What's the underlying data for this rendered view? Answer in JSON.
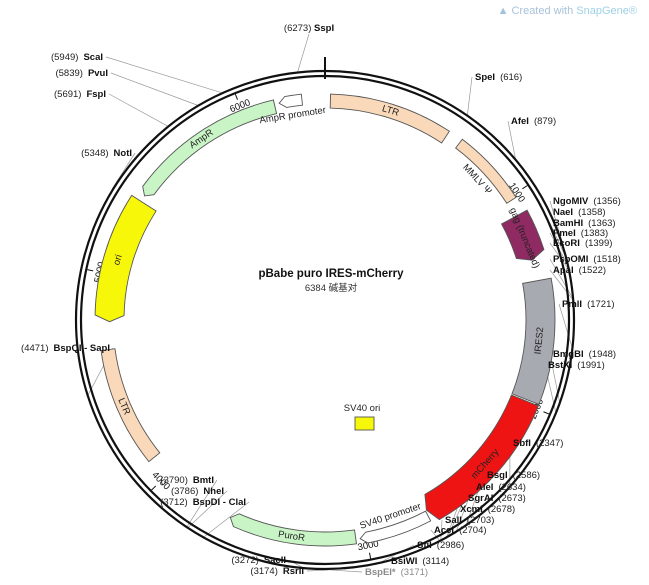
{
  "watermark": {
    "prefix": "Created with ",
    "brand": "SnapGene®",
    "logo_icon": "snapgene-logo-icon"
  },
  "plasmid": {
    "name": "pBabe puro IRES-mCherry",
    "size_bp": 6384,
    "size_text": "6384 碱基对"
  },
  "ticks": [
    {
      "bp": 1000,
      "label": "1000"
    },
    {
      "bp": 2000,
      "label": "2000"
    },
    {
      "bp": 3000,
      "label": "3000"
    },
    {
      "bp": 4000,
      "label": "4000"
    },
    {
      "bp": 5000,
      "label": "5000"
    },
    {
      "bp": 6000,
      "label": "6000"
    }
  ],
  "features": [
    {
      "name": "LTR",
      "start": 25,
      "end": 592,
      "direction": "none",
      "color": "#f9d9b9",
      "text_color": "#333333"
    },
    {
      "name": "MMLV Ψ",
      "start": 660,
      "end": 1016,
      "direction": "none",
      "color": "#f9d9b9",
      "text_color": "#333333"
    },
    {
      "name": "gag (truncated)",
      "start": 1090,
      "end": 1310,
      "direction": "forward",
      "color": "#8f2a62",
      "text_color": "#ffffff"
    },
    {
      "name": "IRES2",
      "start": 1410,
      "end": 1978,
      "direction": "none",
      "color": "#a7abb1",
      "text_color": "#333333"
    },
    {
      "name": "mCherry",
      "start": 1985,
      "end": 2694,
      "direction": "forward",
      "color": "#ef1414",
      "text_color": "#ffffff"
    },
    {
      "name": "SV40 promoter",
      "start": 2700,
      "end": 3030,
      "direction": "forward",
      "color": "#ffffff",
      "text_color": "#333333"
    },
    {
      "name": "SV40 ori",
      "start": 2888,
      "end": 3023,
      "direction": "none",
      "color": "#f7f709",
      "text_color": "#333333"
    },
    {
      "name": "PuroR",
      "start": 3050,
      "end": 3646,
      "direction": "forward",
      "color": "#c9f5c6",
      "text_color": "#333333"
    },
    {
      "name": "LTR",
      "start": 4100,
      "end": 4650,
      "direction": "none",
      "color": "#f9d9b9",
      "text_color": "#333333"
    },
    {
      "name": "ori",
      "start": 4780,
      "end": 5370,
      "direction": "reverse",
      "color": "#f7f70a",
      "text_color": "#333333"
    },
    {
      "name": "AmpR",
      "start": 5400,
      "end": 6150,
      "direction": "reverse",
      "color": "#c9f5c6",
      "text_color": "#333333"
    },
    {
      "name": "AmpR promoter",
      "start": 6172,
      "end": 6278,
      "direction": "reverse",
      "color": "#ffffff",
      "text_color": "#333333"
    }
  ],
  "sites": [
    {
      "name": "SspI",
      "pos": "(6273)",
      "side": "top"
    },
    {
      "name": "SpeI",
      "pos": "(616)",
      "side": "right"
    },
    {
      "name": "AfeI",
      "pos": "(879)",
      "side": "right"
    },
    {
      "name": "NgoMIV",
      "pos": "(1356)",
      "side": "right"
    },
    {
      "name": "NaeI",
      "pos": "(1358)",
      "side": "right"
    },
    {
      "name": "BamHI",
      "pos": "(1363)",
      "side": "right"
    },
    {
      "name": "PmeI",
      "pos": "(1383)",
      "side": "right"
    },
    {
      "name": "EcoRI",
      "pos": "(1399)",
      "side": "right"
    },
    {
      "name": "PspOMI",
      "pos": "(1518)",
      "side": "right"
    },
    {
      "name": "ApaI",
      "pos": "(1522)",
      "side": "right"
    },
    {
      "name": "PmlI",
      "pos": "(1721)",
      "side": "right"
    },
    {
      "name": "BmgBI",
      "pos": "(1948)",
      "side": "right"
    },
    {
      "name": "BstXI",
      "pos": "(1991)",
      "side": "right"
    },
    {
      "name": "SbfI",
      "pos": "(2347)",
      "side": "right"
    },
    {
      "name": "BsgI",
      "pos": "(2586)",
      "side": "right"
    },
    {
      "name": "AleI",
      "pos": "(2634)",
      "side": "right"
    },
    {
      "name": "SgrAI",
      "pos": "(2673)",
      "side": "right"
    },
    {
      "name": "XcmI",
      "pos": "(2678)",
      "side": "right"
    },
    {
      "name": "SalI",
      "pos": "(2703)",
      "side": "right"
    },
    {
      "name": "AccI",
      "pos": "(2704)",
      "side": "right"
    },
    {
      "name": "SfiI",
      "pos": "(2986)",
      "side": "right"
    },
    {
      "name": "BsiWI",
      "pos": "(3114)",
      "side": "right"
    },
    {
      "name": "BspEI*",
      "pos": "(3171)",
      "side": "right",
      "muted": true
    },
    {
      "name": "RsrII",
      "pos": "(3174)",
      "side": "left"
    },
    {
      "name": "SacII",
      "pos": "(3272)",
      "side": "left"
    },
    {
      "name": "BspDI - ClaI",
      "pos": "(3712)",
      "side": "left"
    },
    {
      "name": "NheI",
      "pos": "(3786)",
      "side": "left"
    },
    {
      "name": "BmtI",
      "pos": "(3790)",
      "side": "left"
    },
    {
      "name": "BspQI - SapI",
      "pos": "(4471)",
      "side": "left"
    },
    {
      "name": "NotI",
      "pos": "(5348)",
      "side": "left"
    },
    {
      "name": "FspI",
      "pos": "(5691)",
      "side": "left"
    },
    {
      "name": "PvuI",
      "pos": "(5839)",
      "side": "left"
    },
    {
      "name": "ScaI",
      "pos": "(5949)",
      "side": "left"
    }
  ]
}
